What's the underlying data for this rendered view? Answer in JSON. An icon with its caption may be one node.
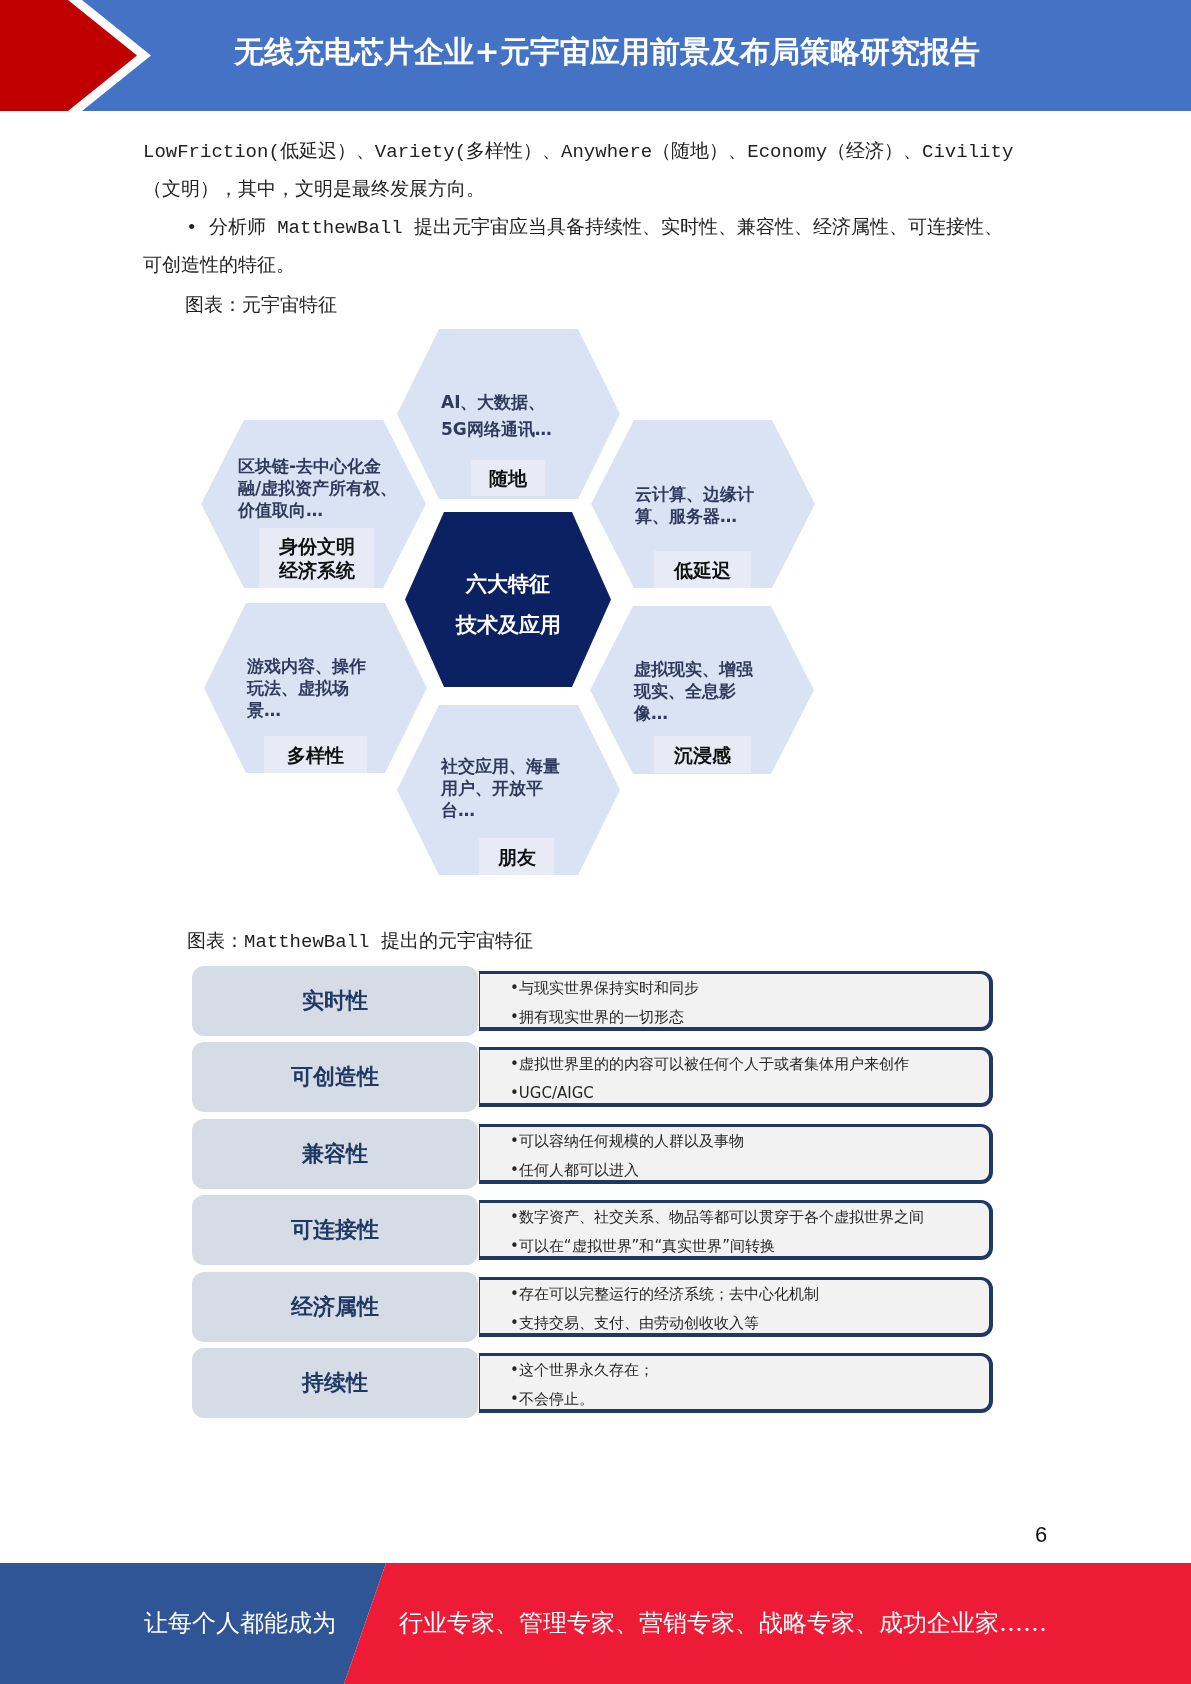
{
  "diagram": {
    "title": "无线充电芯片企业+元宇宙应用前景及布局策略研究报告",
    "nodes": [
      {
        "text": [
          "AI、大数据、5G网络通讯…"
        ]
      },
      {
        "text": [
          "随地"
        ],
        "in": 0
      },
      {
        "text": [
          "区块链-去中心化金融/虚拟资产所有权、价值取向…"
        ]
      },
      {
        "text": [
          "身份文明经济系统"
        ],
        "in": 2
      },
      {
        "text": [
          "云计算、边缘计算、服务器…"
        ]
      },
      {
        "text": [
          "低延迟"
        ],
        "in": 4
      },
      {
        "text": [
          "六大特征",
          "技术及应用"
        ]
      },
      {
        "text": [
          "游戏内容、操作玩法、虚拟场景…"
        ]
      },
      {
        "text": [
          "多样性"
        ],
        "in": 7
      },
      {
        "text": [
          "虚拟现实、增强现实、全息影像…"
        ]
      },
      {
        "text": [
          "沉浸感"
        ],
        "in": 9
      },
      {
        "text": [
          "社交应用、海量用户、开放平台…"
        ]
      },
      {
        "text": [
          "朋友"
        ],
        "in": 11
      },
      {
        "text": [
          "实时性"
        ]
      },
      {
        "text": [
          "•与现实世界保持实时和同步",
          "•拥有现实世界的一切形态"
        ]
      },
      {
        "text": [
          "可创造性"
        ]
      },
      {
        "text": [
          "•虚拟世界里的的内容可以被任何个人于或者集体用户来创作",
          "•UGC/AIGC"
        ]
      },
      {
        "text": [
          "兼容性"
        ]
      },
      {
        "text": [
          "•可以容纳任何规模的人群以及事物",
          "•任何人都可以进入"
        ]
      },
      {
        "text": [
          "可连接性"
        ]
      },
      {
        "text": [
          "•数字资产、社交关系、物品等都可以贯穿于各个虚拟世界之间",
          "•可以在“虚拟世界”和“真实世界”间转换"
        ]
      },
      {
        "text": [
          "经济属性"
        ]
      },
      {
        "text": [
          "•存在可以完整运行的经济系统；去中心化机制",
          "•支持交易、支付、由劳动创收收入等"
        ]
      },
      {
        "text": [
          "持续性"
        ]
      },
      {
        "text": [
          "•这个世界永久存在；",
          "•不会停止。"
        ]
      }
    ],
    "labels": [
      "LowFriction(低延迟）、Variety(多样性）、Anywhere（随地）、Economy（经济）、Civility（文明），其中，文明是最终发展方向。",
      "• 分析师 MatthewBall 提出元宇宙应当具备持续性、实时性、兼容性、经济属性、可连接性、可创造性的特征。",
      "图表：元宇宙特征",
      "图表：MatthewBall 提出的元宇宙特征",
      "6",
      "让每个人都能成为",
      "行业专家、管理专家、营销专家、战略专家、成功企业家……"
    ]
  }
}
